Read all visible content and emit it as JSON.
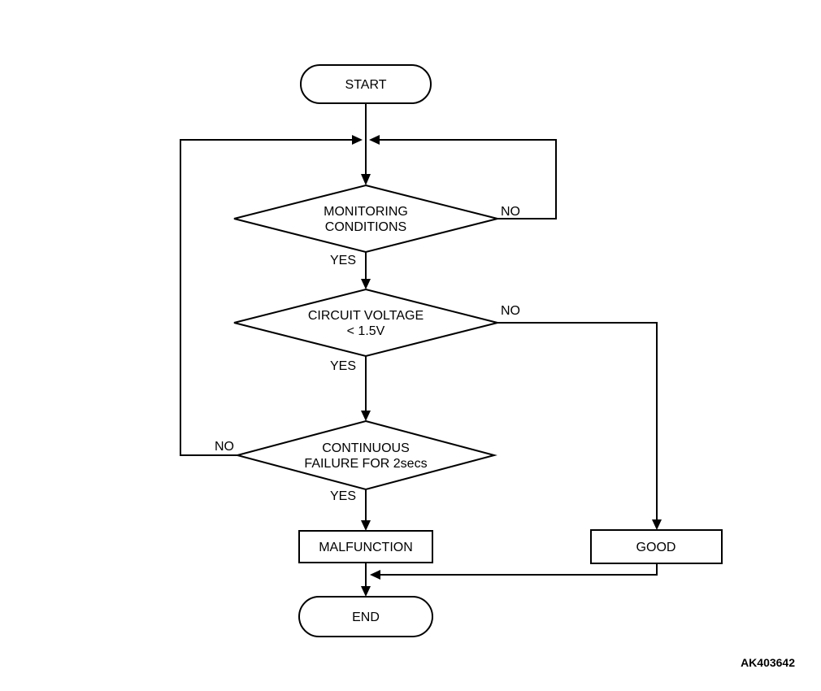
{
  "figure_code": "AK403642",
  "colors": {
    "line": "#000000",
    "background": "#ffffff",
    "text": "#000000"
  },
  "nodes": {
    "start": {
      "type": "terminator",
      "label": "START"
    },
    "monitoring_conditions": {
      "type": "decision",
      "line1": "MONITORING",
      "line2": "CONDITIONS"
    },
    "circuit_voltage": {
      "type": "decision",
      "line1": "CIRCUIT VOLTAGE",
      "line2": "< 1.5V"
    },
    "continuous_failure": {
      "type": "decision",
      "line1": "CONTINUOUS",
      "line2": "FAILURE FOR 2secs"
    },
    "malfunction": {
      "type": "process",
      "label": "MALFUNCTION"
    },
    "good": {
      "type": "process",
      "label": "GOOD"
    },
    "end": {
      "type": "terminator",
      "label": "END"
    }
  },
  "edge_labels": {
    "monitoring_yes": "YES",
    "monitoring_no": "NO",
    "voltage_yes": "YES",
    "voltage_no": "NO",
    "failure_yes": "YES",
    "failure_no": "NO"
  }
}
